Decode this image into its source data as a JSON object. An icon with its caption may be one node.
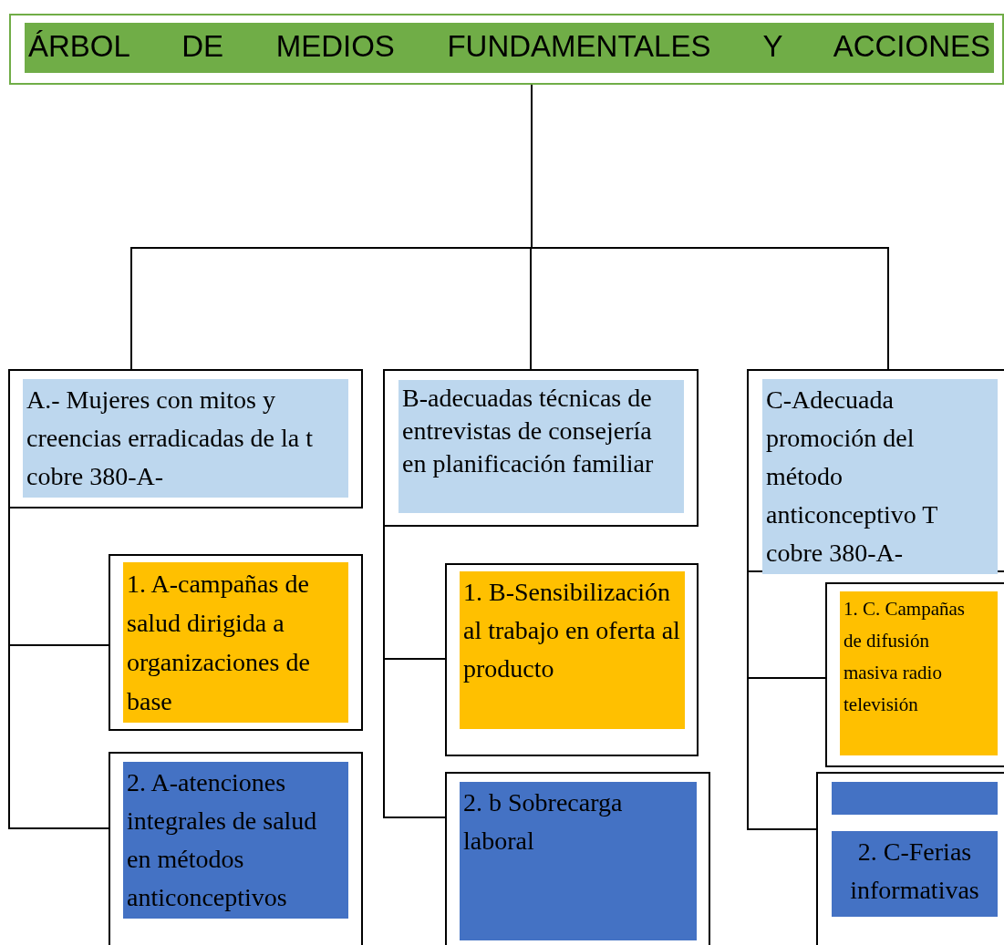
{
  "diagram": {
    "nodes": [
      {
        "text": [
          "ÁRBOL DE MEDIOS FUNDAMENTALES Y ACCIONES"
        ]
      },
      {
        "text": [
          "A.- Mujeres con mitos y creencias erradicadas de la t cobre 380-A-"
        ]
      },
      {
        "text": [
          "1. A-campañas de salud dirigida a organizaciones de base"
        ]
      },
      {
        "text": [
          "2. A-atenciones integrales de salud en métodos anticonceptivos"
        ]
      },
      {
        "text": [
          "B-adecuadas técnicas de entrevistas de consejería en planificación familiar"
        ]
      },
      {
        "text": [
          "1. B-Sensibilización al trabajo en oferta al producto"
        ]
      },
      {
        "text": [
          "2. b Sobrecarga laboral"
        ]
      },
      {
        "text": [
          "C-Adecuada promoción del método anticonceptivo T cobre 380-A-"
        ]
      },
      {
        "text": [
          "1. C. Campañas de difusión masiva radio televisión"
        ]
      },
      {
        "text": [
          "2. C-Ferias informativas"
        ]
      }
    ],
    "edges": [
      {
        "from": 0,
        "to": 1,
        "arrow": "none"
      },
      {
        "from": 0,
        "to": 4,
        "arrow": "none"
      },
      {
        "from": 0,
        "to": 7,
        "arrow": "none"
      },
      {
        "from": 1,
        "to": 2,
        "arrow": "none"
      },
      {
        "from": 1,
        "to": 3,
        "arrow": "none"
      },
      {
        "from": 4,
        "to": 5,
        "arrow": "none"
      },
      {
        "from": 4,
        "to": 6,
        "arrow": "none"
      },
      {
        "from": 7,
        "to": 8,
        "arrow": "none"
      },
      {
        "from": 7,
        "to": 9,
        "arrow": "none"
      }
    ]
  }
}
